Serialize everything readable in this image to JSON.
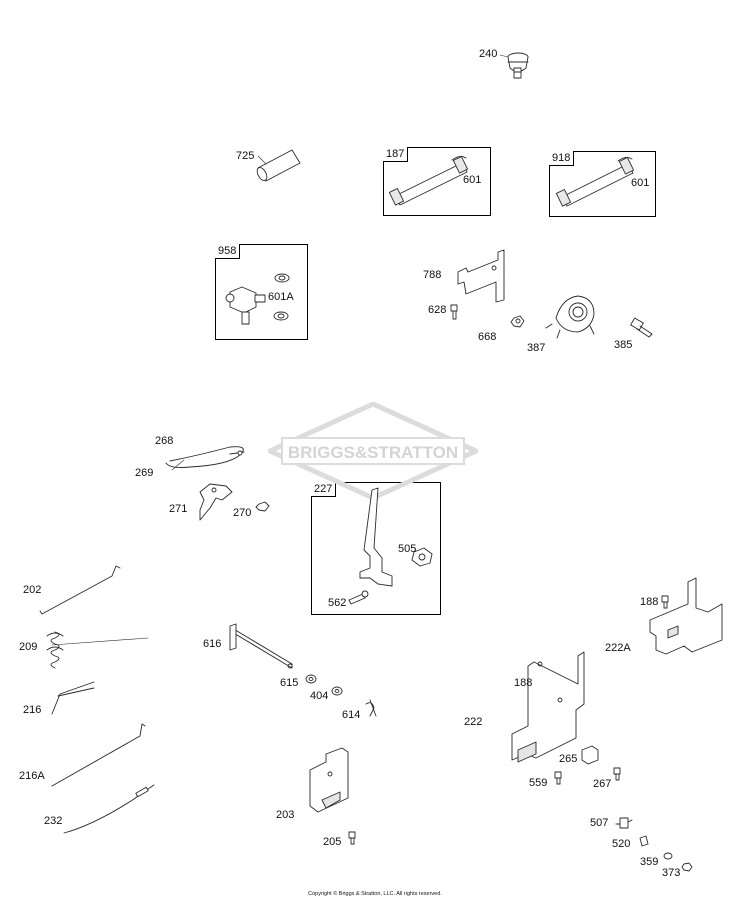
{
  "watermark": "BRIGGS&STRATTON",
  "copyright": "Copyright © Briggs & Stratton, LLC. All rights reserved.",
  "kits": [
    {
      "id": "187",
      "contains": [
        "601"
      ]
    },
    {
      "id": "918",
      "contains": [
        "601"
      ]
    },
    {
      "id": "958",
      "contains": [
        "601A"
      ]
    },
    {
      "id": "227",
      "contains": [
        "505",
        "562"
      ]
    }
  ],
  "callouts": {
    "c240": "240",
    "c725": "725",
    "c601a": "601",
    "c601b": "601",
    "c601A": "601A",
    "c788": "788",
    "c628": "628",
    "c668": "668",
    "c387": "387",
    "c385": "385",
    "c268": "268",
    "c269": "269",
    "c271": "271",
    "c270": "270",
    "c505": "505",
    "c562": "562",
    "c202": "202",
    "c209": "209",
    "c216": "216",
    "c216A": "216A",
    "c232": "232",
    "c616": "616",
    "c615": "615",
    "c404": "404",
    "c614": "614",
    "c203": "203",
    "c205": "205",
    "c188a": "188",
    "c222A": "222A",
    "c188b": "188",
    "c222": "222",
    "c265": "265",
    "c559": "559",
    "c267": "267",
    "c507": "507",
    "c520": "520",
    "c359": "359",
    "c373": "373"
  },
  "colors": {
    "line": "#2a2a2a",
    "fill": "#ffffff",
    "shade": "#cfcfcf",
    "watermark": "#d9d9d9"
  }
}
